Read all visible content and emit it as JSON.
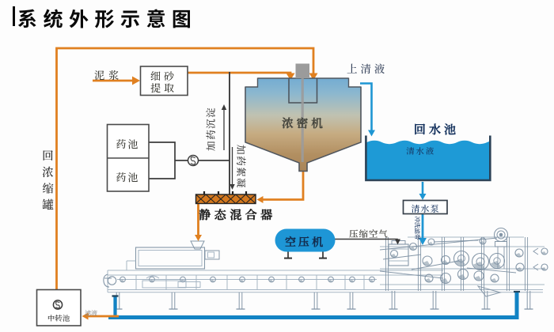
{
  "title": "系统外形示意图",
  "colors": {
    "pipe_orange": "#E08020",
    "pipe_blue": "#1E96D3",
    "main_pipe_blue": "#1283C4",
    "water_fill": "#1E9AD6",
    "mixer_orange": "#D4781E",
    "label_navy": "#16335E"
  },
  "nodes": {
    "sand_extractor": {
      "label_line1": "细砂",
      "label_line2": "提取"
    },
    "chem_tank_1": {
      "label": "药池"
    },
    "chem_tank_2": {
      "label": "药池"
    },
    "thickener": {
      "label": "浓密机"
    },
    "return_pool": {
      "label": "回水池",
      "water_label": "清水液"
    },
    "clean_water_pump": {
      "label": "清水泵"
    },
    "air_compressor": {
      "label": "空压机"
    },
    "static_mixer": {
      "label": "静态混合器"
    },
    "transfer_pool": {
      "label": "中转池"
    }
  },
  "flows": {
    "slurry": "泥浆",
    "supernatant": "上清液",
    "chem_dosing_sedimentation": "加药沉淀",
    "chem_dosing_flocculation": "加药絮凝",
    "return_to_thickener": "回浓缩罐",
    "compressed_air": "压缩空气",
    "belt_rinse": "冲洗滤带",
    "filtrate": "滤液"
  },
  "icons": {
    "pump_symbol": "S-pump-circle"
  }
}
